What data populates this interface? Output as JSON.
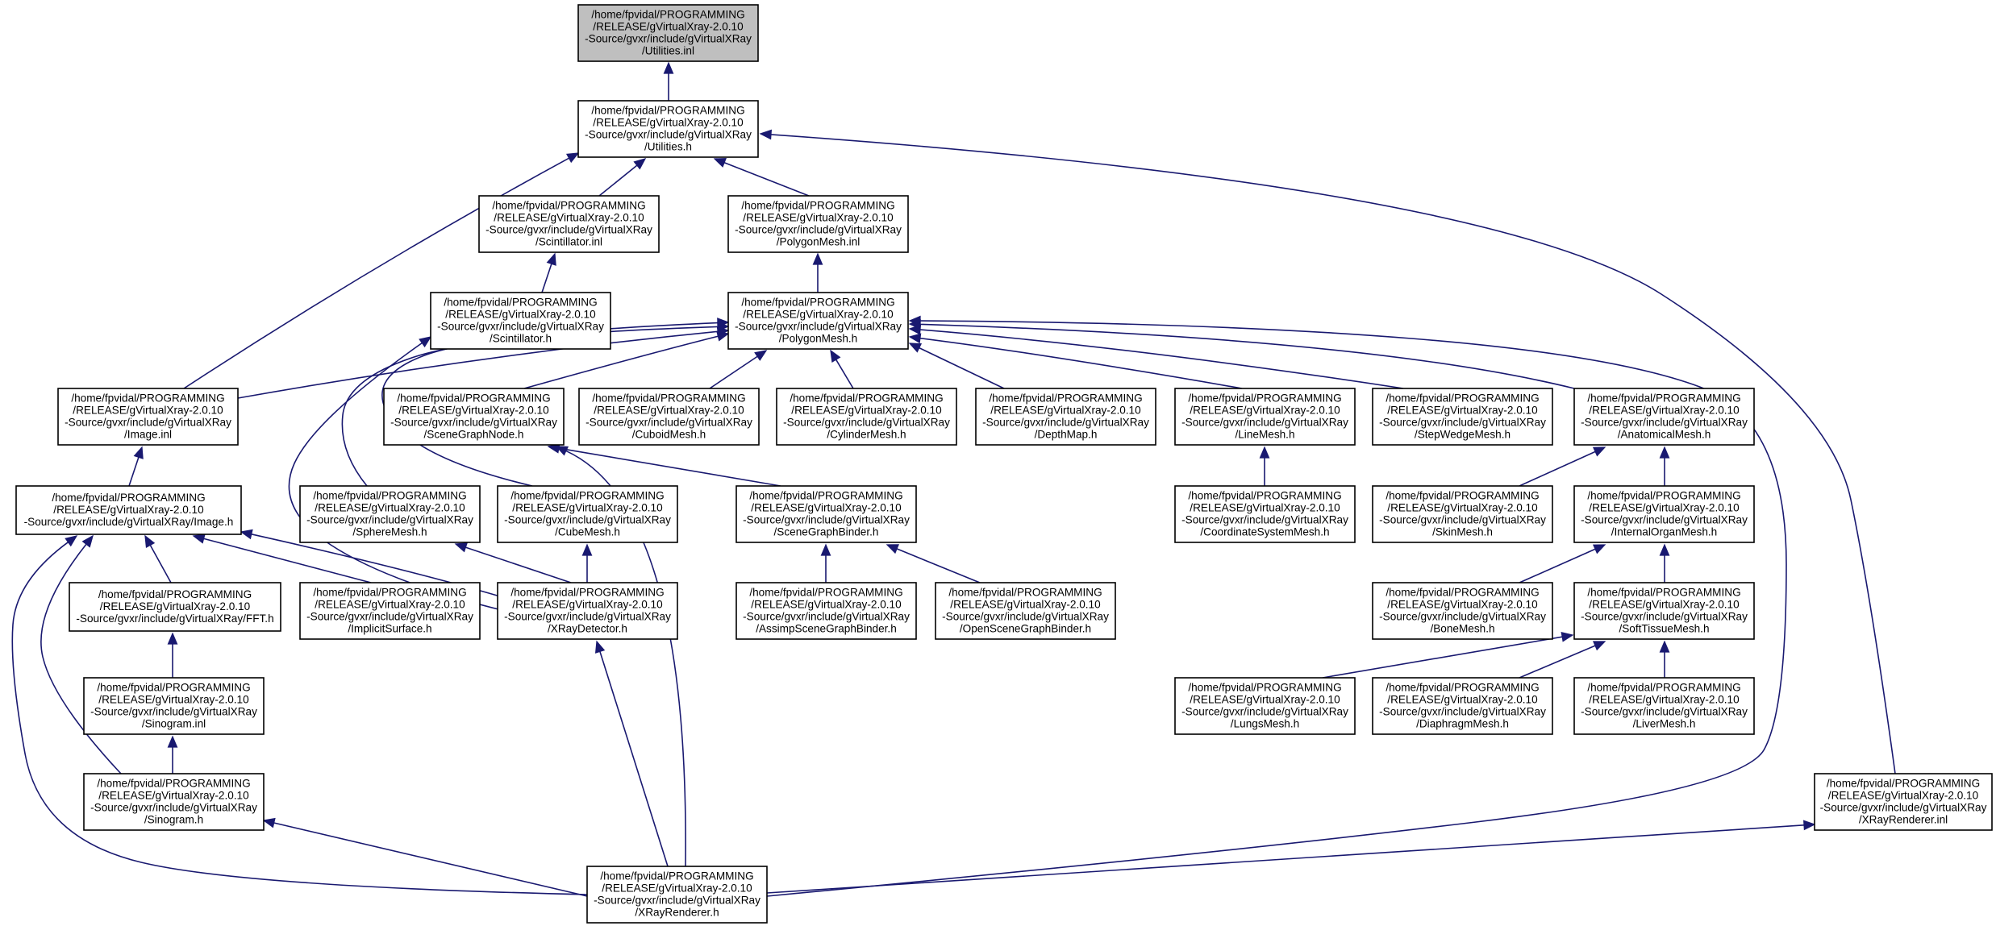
{
  "graph": {
    "edge_color": "#191970",
    "root_fill": "#bfbfbf",
    "nodes": [
      {
        "id": "n_util_inl",
        "root": true,
        "lines": [
          "/home/fpvidal/PROGRAMMING",
          "/RELEASE/gVirtualXray-2.0.10",
          "-Source/gvxr/include/gVirtualXRay",
          "/Utilities.inl"
        ]
      },
      {
        "id": "n_util_h",
        "lines": [
          "/home/fpvidal/PROGRAMMING",
          "/RELEASE/gVirtualXray-2.0.10",
          "-Source/gvxr/include/gVirtualXRay",
          "/Utilities.h"
        ]
      },
      {
        "id": "n_scint_inl",
        "lines": [
          "/home/fpvidal/PROGRAMMING",
          "/RELEASE/gVirtualXray-2.0.10",
          "-Source/gvxr/include/gVirtualXRay",
          "/Scintillator.inl"
        ]
      },
      {
        "id": "n_poly_inl",
        "lines": [
          "/home/fpvidal/PROGRAMMING",
          "/RELEASE/gVirtualXray-2.0.10",
          "-Source/gvxr/include/gVirtualXRay",
          "/PolygonMesh.inl"
        ]
      },
      {
        "id": "n_scint_h",
        "lines": [
          "/home/fpvidal/PROGRAMMING",
          "/RELEASE/gVirtualXray-2.0.10",
          "-Source/gvxr/include/gVirtualXRay",
          "/Scintillator.h"
        ]
      },
      {
        "id": "n_poly_h",
        "lines": [
          "/home/fpvidal/PROGRAMMING",
          "/RELEASE/gVirtualXray-2.0.10",
          "-Source/gvxr/include/gVirtualXRay",
          "/PolygonMesh.h"
        ]
      },
      {
        "id": "n_image_inl",
        "lines": [
          "/home/fpvidal/PROGRAMMING",
          "/RELEASE/gVirtualXray-2.0.10",
          "-Source/gvxr/include/gVirtualXRay",
          "/Image.inl"
        ]
      },
      {
        "id": "n_sgnode",
        "lines": [
          "/home/fpvidal/PROGRAMMING",
          "/RELEASE/gVirtualXray-2.0.10",
          "-Source/gvxr/include/gVirtualXRay",
          "/SceneGraphNode.h"
        ]
      },
      {
        "id": "n_cuboid",
        "lines": [
          "/home/fpvidal/PROGRAMMING",
          "/RELEASE/gVirtualXray-2.0.10",
          "-Source/gvxr/include/gVirtualXRay",
          "/CuboidMesh.h"
        ]
      },
      {
        "id": "n_cylinder",
        "lines": [
          "/home/fpvidal/PROGRAMMING",
          "/RELEASE/gVirtualXray-2.0.10",
          "-Source/gvxr/include/gVirtualXRay",
          "/CylinderMesh.h"
        ]
      },
      {
        "id": "n_depthmap",
        "lines": [
          "/home/fpvidal/PROGRAMMING",
          "/RELEASE/gVirtualXray-2.0.10",
          "-Source/gvxr/include/gVirtualXRay",
          "/DepthMap.h"
        ]
      },
      {
        "id": "n_linemesh",
        "lines": [
          "/home/fpvidal/PROGRAMMING",
          "/RELEASE/gVirtualXray-2.0.10",
          "-Source/gvxr/include/gVirtualXRay",
          "/LineMesh.h"
        ]
      },
      {
        "id": "n_stepwedge",
        "lines": [
          "/home/fpvidal/PROGRAMMING",
          "/RELEASE/gVirtualXray-2.0.10",
          "-Source/gvxr/include/gVirtualXRay",
          "/StepWedgeMesh.h"
        ]
      },
      {
        "id": "n_anatomical",
        "lines": [
          "/home/fpvidal/PROGRAMMING",
          "/RELEASE/gVirtualXray-2.0.10",
          "-Source/gvxr/include/gVirtualXRay",
          "/AnatomicalMesh.h"
        ]
      },
      {
        "id": "n_image_h",
        "lines": [
          "/home/fpvidal/PROGRAMMING",
          "/RELEASE/gVirtualXray-2.0.10",
          "-Source/gvxr/include/gVirtualXRay/Image.h"
        ]
      },
      {
        "id": "n_sphere",
        "lines": [
          "/home/fpvidal/PROGRAMMING",
          "/RELEASE/gVirtualXray-2.0.10",
          "-Source/gvxr/include/gVirtualXRay",
          "/SphereMesh.h"
        ]
      },
      {
        "id": "n_cube",
        "lines": [
          "/home/fpvidal/PROGRAMMING",
          "/RELEASE/gVirtualXray-2.0.10",
          "-Source/gvxr/include/gVirtualXRay",
          "/CubeMesh.h"
        ]
      },
      {
        "id": "n_sgbinder",
        "lines": [
          "/home/fpvidal/PROGRAMMING",
          "/RELEASE/gVirtualXray-2.0.10",
          "-Source/gvxr/include/gVirtualXRay",
          "/SceneGraphBinder.h"
        ]
      },
      {
        "id": "n_coordsys",
        "lines": [
          "/home/fpvidal/PROGRAMMING",
          "/RELEASE/gVirtualXray-2.0.10",
          "-Source/gvxr/include/gVirtualXRay",
          "/CoordinateSystemMesh.h"
        ]
      },
      {
        "id": "n_skin",
        "lines": [
          "/home/fpvidal/PROGRAMMING",
          "/RELEASE/gVirtualXray-2.0.10",
          "-Source/gvxr/include/gVirtualXRay",
          "/SkinMesh.h"
        ]
      },
      {
        "id": "n_internal",
        "lines": [
          "/home/fpvidal/PROGRAMMING",
          "/RELEASE/gVirtualXray-2.0.10",
          "-Source/gvxr/include/gVirtualXRay",
          "/InternalOrganMesh.h"
        ]
      },
      {
        "id": "n_fft",
        "lines": [
          "/home/fpvidal/PROGRAMMING",
          "/RELEASE/gVirtualXray-2.0.10",
          "-Source/gvxr/include/gVirtualXRay/FFT.h"
        ]
      },
      {
        "id": "n_implicit",
        "lines": [
          "/home/fpvidal/PROGRAMMING",
          "/RELEASE/gVirtualXray-2.0.10",
          "-Source/gvxr/include/gVirtualXRay",
          "/ImplicitSurface.h"
        ]
      },
      {
        "id": "n_xraydet",
        "lines": [
          "/home/fpvidal/PROGRAMMING",
          "/RELEASE/gVirtualXray-2.0.10",
          "-Source/gvxr/include/gVirtualXRay",
          "/XRayDetector.h"
        ]
      },
      {
        "id": "n_assimp",
        "lines": [
          "/home/fpvidal/PROGRAMMING",
          "/RELEASE/gVirtualXray-2.0.10",
          "-Source/gvxr/include/gVirtualXRay",
          "/AssimpSceneGraphBinder.h"
        ]
      },
      {
        "id": "n_osg",
        "lines": [
          "/home/fpvidal/PROGRAMMING",
          "/RELEASE/gVirtualXray-2.0.10",
          "-Source/gvxr/include/gVirtualXRay",
          "/OpenSceneGraphBinder.h"
        ]
      },
      {
        "id": "n_bone",
        "lines": [
          "/home/fpvidal/PROGRAMMING",
          "/RELEASE/gVirtualXray-2.0.10",
          "-Source/gvxr/include/gVirtualXRay",
          "/BoneMesh.h"
        ]
      },
      {
        "id": "n_soft",
        "lines": [
          "/home/fpvidal/PROGRAMMING",
          "/RELEASE/gVirtualXray-2.0.10",
          "-Source/gvxr/include/gVirtualXRay",
          "/SoftTissueMesh.h"
        ]
      },
      {
        "id": "n_sino_inl",
        "lines": [
          "/home/fpvidal/PROGRAMMING",
          "/RELEASE/gVirtualXray-2.0.10",
          "-Source/gvxr/include/gVirtualXRay",
          "/Sinogram.inl"
        ]
      },
      {
        "id": "n_lungs",
        "lines": [
          "/home/fpvidal/PROGRAMMING",
          "/RELEASE/gVirtualXray-2.0.10",
          "-Source/gvxr/include/gVirtualXRay",
          "/LungsMesh.h"
        ]
      },
      {
        "id": "n_diaphragm",
        "lines": [
          "/home/fpvidal/PROGRAMMING",
          "/RELEASE/gVirtualXray-2.0.10",
          "-Source/gvxr/include/gVirtualXRay",
          "/DiaphragmMesh.h"
        ]
      },
      {
        "id": "n_liver",
        "lines": [
          "/home/fpvidal/PROGRAMMING",
          "/RELEASE/gVirtualXray-2.0.10",
          "-Source/gvxr/include/gVirtualXRay",
          "/LiverMesh.h"
        ]
      },
      {
        "id": "n_sino_h",
        "lines": [
          "/home/fpvidal/PROGRAMMING",
          "/RELEASE/gVirtualXray-2.0.10",
          "-Source/gvxr/include/gVirtualXRay",
          "/Sinogram.h"
        ]
      },
      {
        "id": "n_xrr_inl",
        "lines": [
          "/home/fpvidal/PROGRAMMING",
          "/RELEASE/gVirtualXray-2.0.10",
          "-Source/gvxr/include/gVirtualXRay",
          "/XRayRenderer.inl"
        ]
      },
      {
        "id": "n_xrr_h",
        "lines": [
          "/home/fpvidal/PROGRAMMING",
          "/RELEASE/gVirtualXray-2.0.10",
          "-Source/gvxr/include/gVirtualXRay",
          "/XRayRenderer.h"
        ]
      }
    ],
    "edges": [
      {
        "from": "n_util_h",
        "to": "n_util_inl"
      },
      {
        "from": "n_scint_inl",
        "to": "n_util_h"
      },
      {
        "from": "n_poly_inl",
        "to": "n_util_h"
      },
      {
        "from": "n_image_inl",
        "to": "n_util_h"
      },
      {
        "from": "n_xrr_inl",
        "to": "n_util_h"
      },
      {
        "from": "n_scint_h",
        "to": "n_scint_inl"
      },
      {
        "from": "n_poly_h",
        "to": "n_poly_inl"
      },
      {
        "from": "n_xraydet",
        "to": "n_scint_h"
      },
      {
        "from": "n_image_inl",
        "to": "n_poly_h"
      },
      {
        "from": "n_sgnode",
        "to": "n_poly_h"
      },
      {
        "from": "n_cuboid",
        "to": "n_poly_h"
      },
      {
        "from": "n_cylinder",
        "to": "n_poly_h"
      },
      {
        "from": "n_depthmap",
        "to": "n_poly_h"
      },
      {
        "from": "n_linemesh",
        "to": "n_poly_h"
      },
      {
        "from": "n_stepwedge",
        "to": "n_poly_h"
      },
      {
        "from": "n_anatomical",
        "to": "n_poly_h"
      },
      {
        "from": "n_sphere",
        "to": "n_poly_h"
      },
      {
        "from": "n_cube",
        "to": "n_poly_h"
      },
      {
        "from": "n_xrr_h",
        "to": "n_poly_h"
      },
      {
        "from": "n_image_h",
        "to": "n_image_inl"
      },
      {
        "from": "n_sgbinder",
        "to": "n_sgnode"
      },
      {
        "from": "n_xrr_h",
        "to": "n_sgnode"
      },
      {
        "from": "n_coordsys",
        "to": "n_linemesh"
      },
      {
        "from": "n_skin",
        "to": "n_anatomical"
      },
      {
        "from": "n_internal",
        "to": "n_anatomical"
      },
      {
        "from": "n_fft",
        "to": "n_image_h"
      },
      {
        "from": "n_implicit",
        "to": "n_image_h"
      },
      {
        "from": "n_xraydet",
        "to": "n_image_h"
      },
      {
        "from": "n_sino_h",
        "to": "n_image_h"
      },
      {
        "from": "n_xrr_h",
        "to": "n_image_h"
      },
      {
        "from": "n_xraydet",
        "to": "n_sphere"
      },
      {
        "from": "n_xraydet",
        "to": "n_cube"
      },
      {
        "from": "n_assimp",
        "to": "n_sgbinder"
      },
      {
        "from": "n_osg",
        "to": "n_sgbinder"
      },
      {
        "from": "n_bone",
        "to": "n_internal"
      },
      {
        "from": "n_soft",
        "to": "n_internal"
      },
      {
        "from": "n_sino_inl",
        "to": "n_fft"
      },
      {
        "from": "n_xrr_h",
        "to": "n_xraydet"
      },
      {
        "from": "n_lungs",
        "to": "n_soft"
      },
      {
        "from": "n_diaphragm",
        "to": "n_soft"
      },
      {
        "from": "n_liver",
        "to": "n_soft"
      },
      {
        "from": "n_sino_h",
        "to": "n_sino_inl"
      },
      {
        "from": "n_xrr_h",
        "to": "n_sino_h"
      },
      {
        "from": "n_xrr_h",
        "to": "n_xrr_inl"
      }
    ]
  }
}
